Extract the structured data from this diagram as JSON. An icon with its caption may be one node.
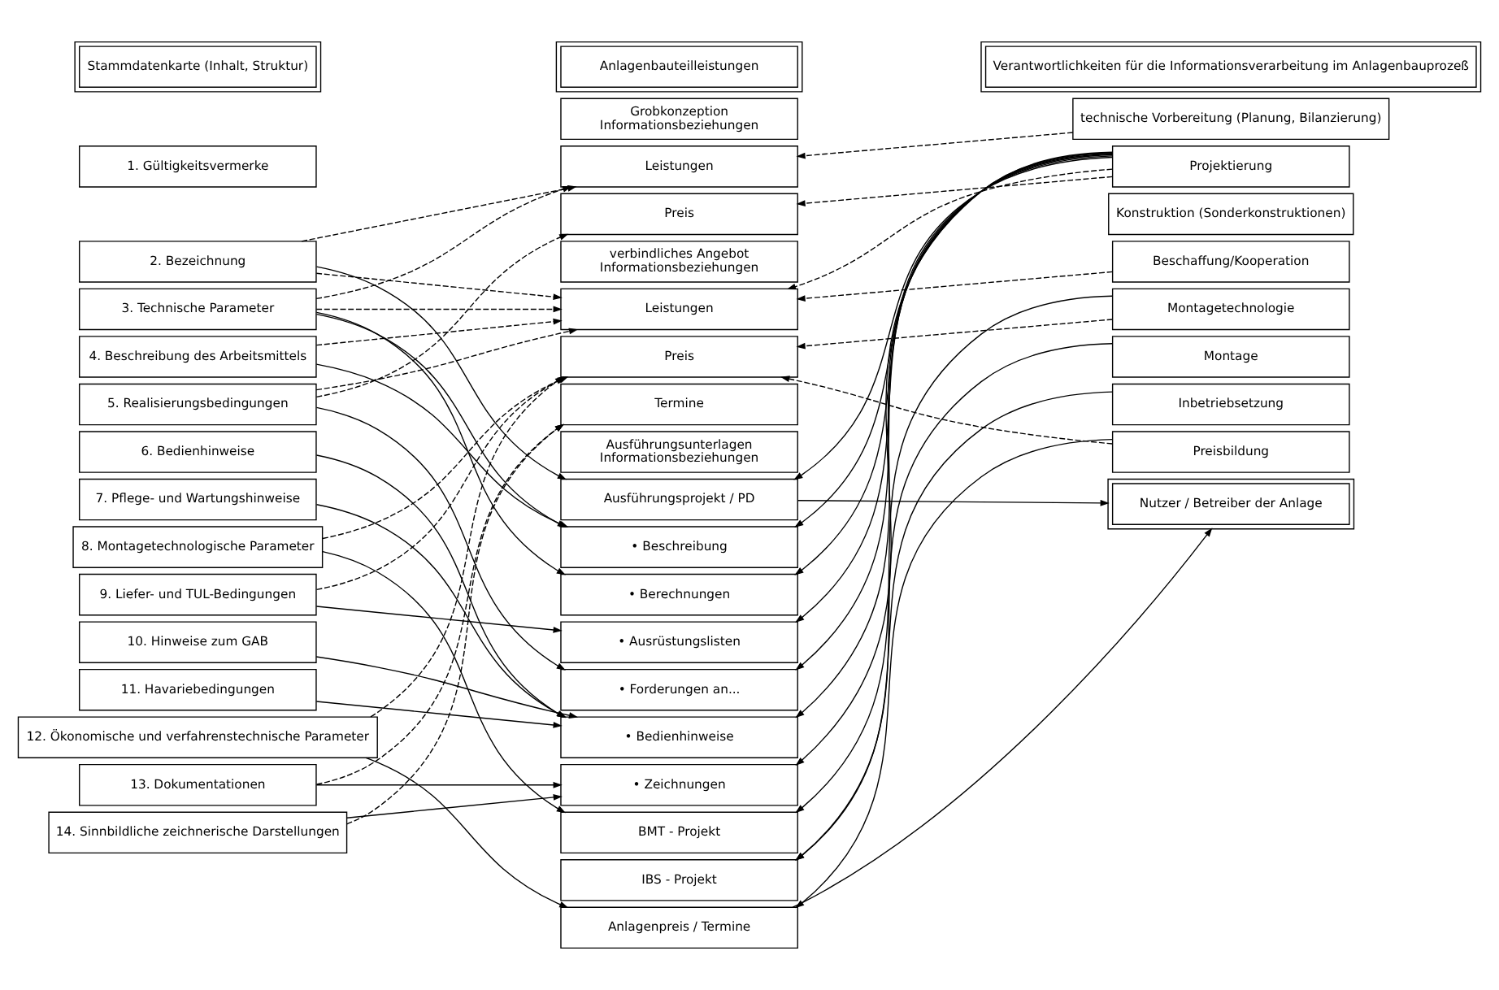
{
  "diagram": {
    "nodes": [
      {
        "text": [
          "Stammdatenkarte (Inhalt, Struktur)"
        ]
      },
      {
        "text": [
          "Anlagenbauteilleistungen"
        ]
      },
      {
        "text": [
          "Verantwortlichkeiten für die Informationsverarbeitung im Anlagenbauprozeß"
        ]
      },
      {
        "text": [
          "1. Gültigkeitsvermerke"
        ]
      },
      {
        "text": [
          "2. Bezeichnung"
        ]
      },
      {
        "text": [
          "3. Technische Parameter"
        ]
      },
      {
        "text": [
          "4. Beschreibung des Arbeitsmittels"
        ]
      },
      {
        "text": [
          "5. Realisierungsbedingungen"
        ]
      },
      {
        "text": [
          "6. Bedienhinweise"
        ]
      },
      {
        "text": [
          "7. Pflege- und Wartungshinweise"
        ]
      },
      {
        "text": [
          "8. Montagetechnologische Parameter"
        ]
      },
      {
        "text": [
          "9. Liefer- und TUL-Bedingungen"
        ]
      },
      {
        "text": [
          "10. Hinweise zum GAB"
        ]
      },
      {
        "text": [
          "11. Havariebedingungen"
        ]
      },
      {
        "text": [
          "12. Ökonomische und verfahrenstechnische Parameter"
        ]
      },
      {
        "text": [
          "13. Dokumentationen"
        ]
      },
      {
        "text": [
          "14. Sinnbildliche zeichnerische Darstellungen"
        ]
      },
      {
        "text": [
          "Grobkonzeption",
          "Informationsbeziehungen"
        ]
      },
      {
        "text": [
          "Leistungen"
        ]
      },
      {
        "text": [
          "Preis"
        ]
      },
      {
        "text": [
          "verbindliches Angebot",
          "Informationsbeziehungen"
        ]
      },
      {
        "text": [
          "Leistungen"
        ]
      },
      {
        "text": [
          "Preis"
        ]
      },
      {
        "text": [
          "Termine"
        ]
      },
      {
        "text": [
          "Ausführungsunterlagen",
          "Informationsbeziehungen"
        ]
      },
      {
        "text": [
          "Ausführungsprojekt / PD"
        ]
      },
      {
        "text": [
          "• Beschreibung"
        ]
      },
      {
        "text": [
          "• Berechnungen"
        ]
      },
      {
        "text": [
          "• Ausrüstungslisten"
        ]
      },
      {
        "text": [
          "• Forderungen an..."
        ]
      },
      {
        "text": [
          "• Bedienhinweise"
        ]
      },
      {
        "text": [
          "• Zeichnungen"
        ]
      },
      {
        "text": [
          "BMT - Projekt"
        ]
      },
      {
        "text": [
          "IBS - Projekt"
        ]
      },
      {
        "text": [
          "Anlagenpreis / Termine"
        ]
      },
      {
        "text": [
          "technische Vorbereitung (Planung, Bilanzierung)"
        ]
      },
      {
        "text": [
          "Projektierung"
        ]
      },
      {
        "text": [
          "Konstruktion (Sonderkonstruktionen)"
        ]
      },
      {
        "text": [
          "Beschaffung/Kooperation"
        ]
      },
      {
        "text": [
          "Montagetechnologie"
        ]
      },
      {
        "text": [
          "Montage"
        ]
      },
      {
        "text": [
          "Inbetriebsetzung"
        ]
      },
      {
        "text": [
          "Preisbildung"
        ]
      },
      {
        "text": [
          "Nutzer / Betreiber der Anlage"
        ]
      }
    ],
    "edges": [
      {
        "from": 4,
        "to": 18,
        "arrow": "to",
        "style": "dashed"
      },
      {
        "from": 5,
        "to": 18,
        "arrow": "to",
        "style": "dashed"
      },
      {
        "from": 7,
        "to": 19,
        "arrow": "to",
        "style": "dashed"
      },
      {
        "from": 4,
        "to": 21,
        "arrow": "to",
        "style": "dashed"
      },
      {
        "from": 5,
        "to": 21,
        "arrow": "to",
        "style": "dashed"
      },
      {
        "from": 6,
        "to": 21,
        "arrow": "to",
        "style": "dashed"
      },
      {
        "from": 7,
        "to": 21,
        "arrow": "to",
        "style": "dashed"
      },
      {
        "from": 10,
        "to": 22,
        "arrow": "to",
        "style": "dashed"
      },
      {
        "from": 11,
        "to": 22,
        "arrow": "to",
        "style": "dashed"
      },
      {
        "from": 14,
        "to": 22,
        "arrow": "to",
        "style": "dashed"
      },
      {
        "from": 15,
        "to": 23,
        "arrow": "to",
        "style": "dashed"
      },
      {
        "from": 16,
        "to": 23,
        "arrow": "to",
        "style": "dashed"
      },
      {
        "from": 4,
        "to": 25,
        "arrow": "to"
      },
      {
        "from": 5,
        "to": 26,
        "arrow": "to"
      },
      {
        "from": 5,
        "to": 27,
        "arrow": "to"
      },
      {
        "from": 6,
        "to": 26,
        "arrow": "to"
      },
      {
        "from": 7,
        "to": 29,
        "arrow": "to"
      },
      {
        "from": 8,
        "to": 30,
        "arrow": "to"
      },
      {
        "from": 9,
        "to": 30,
        "arrow": "to"
      },
      {
        "from": 10,
        "to": 32,
        "arrow": "to"
      },
      {
        "from": 11,
        "to": 28,
        "arrow": "to"
      },
      {
        "from": 12,
        "to": 30,
        "arrow": "to"
      },
      {
        "from": 13,
        "to": 30,
        "arrow": "to"
      },
      {
        "from": 14,
        "to": 34,
        "arrow": "to"
      },
      {
        "from": 15,
        "to": 31,
        "arrow": "to"
      },
      {
        "from": 16,
        "to": 31,
        "arrow": "to"
      },
      {
        "from": 35,
        "to": 18,
        "arrow": "to",
        "style": "dashed"
      },
      {
        "from": 36,
        "to": 19,
        "arrow": "to",
        "style": "dashed"
      },
      {
        "from": 36,
        "to": 21,
        "arrow": "to",
        "style": "dashed"
      },
      {
        "from": 38,
        "to": 21,
        "arrow": "to",
        "style": "dashed"
      },
      {
        "from": 39,
        "to": 22,
        "arrow": "to",
        "style": "dashed"
      },
      {
        "from": 42,
        "to": 22,
        "arrow": "to",
        "style": "dashed"
      },
      {
        "from": 36,
        "to": 25,
        "arrow": "to"
      },
      {
        "from": 36,
        "to": 26,
        "arrow": "to"
      },
      {
        "from": 36,
        "to": 27,
        "arrow": "to"
      },
      {
        "from": 36,
        "to": 28,
        "arrow": "to"
      },
      {
        "from": 36,
        "to": 29,
        "arrow": "to"
      },
      {
        "from": 36,
        "to": 30,
        "arrow": "to"
      },
      {
        "from": 36,
        "to": 31,
        "arrow": "to"
      },
      {
        "from": 39,
        "to": 32,
        "arrow": "to"
      },
      {
        "from": 40,
        "to": 33,
        "arrow": "to"
      },
      {
        "from": 41,
        "to": 33,
        "arrow": "to"
      },
      {
        "from": 42,
        "to": 34,
        "arrow": "to"
      },
      {
        "from": 25,
        "to": 43,
        "arrow": "to"
      },
      {
        "from": 34,
        "to": 43,
        "arrow": "to"
      }
    ]
  }
}
